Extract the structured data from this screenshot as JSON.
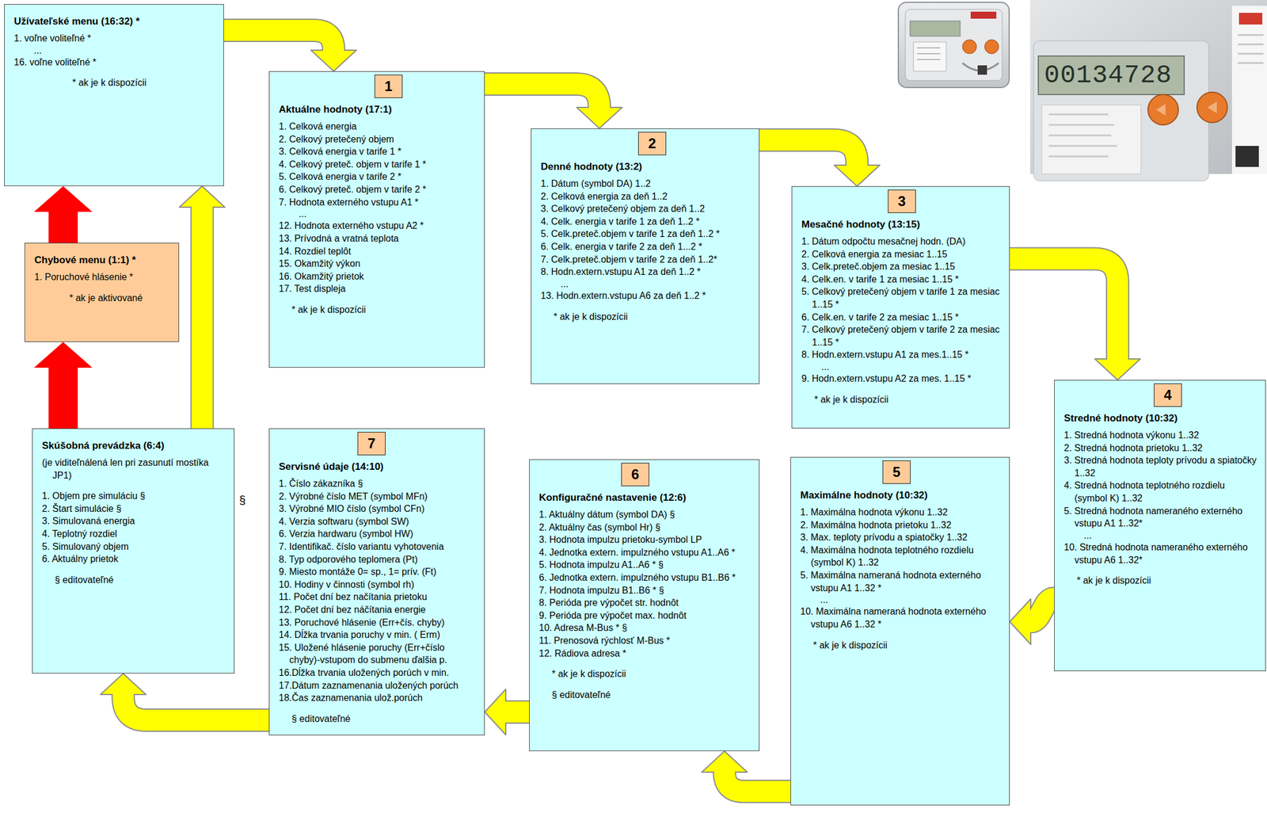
{
  "diagram": {
    "nodes": [
      {
        "text": [
          "Užívateľské menu (16:32) *",
          "1. voľne voliteľné *",
          "...",
          "16. voľne voliteľné *",
          "* ak je k dispozícii"
        ]
      },
      {
        "text": [
          "Aktuálne hodnoty (17:1)",
          "1. Celková energia",
          "2. Celkový pretečený objem",
          "3. Celková energia v tarife 1 *",
          "4. Celkový preteč. objem v tarife 1 *",
          "5. Celková energia v tarife 2 *",
          "6. Celkový preteč. objem v tarife 2 *",
          "7. Hodnota externého vstupu A1 *",
          "...",
          "12. Hodnota externého vstupu A2 *",
          "13. Prívodná a vratná teplota",
          "14. Rozdiel teplôt",
          "15. Okamžitý výkon",
          "16. Okamžitý prietok",
          "17. Test displeja",
          "* ak je k dispozícii"
        ]
      },
      {
        "text": [
          "1"
        ],
        "in": 1
      },
      {
        "text": [
          "Denné hodnoty (13:2)",
          "1. Dátum (symbol DA) 1..2",
          "2. Celková energia za deň 1..2",
          "3. Celkový pretečený objem za deň 1..2",
          "4. Celk. energia v tarife 1 za deň 1..2 *",
          "5. Celk.preteč.objem v tarife 1 za deň 1..2 *",
          "6. Celk. energia v tarife 2 za deň 1...2 *",
          "7. Celk.preteč.objem v tarife 2 za deň 1..2*",
          "8. Hodn.extern.vstupu A1 za deň 1..2 *",
          "...",
          "13. Hodn.extern.vstupu A6 za deň 1..2 *",
          "* ak je k dispozícii"
        ]
      },
      {
        "text": [
          "2"
        ],
        "in": 3
      },
      {
        "text": [
          "Mesačné hodnoty (13:15)",
          "1. Dátum odpočtu mesačnej hodn. (DA)",
          "2. Celková energia za mesiac 1..15",
          "3. Celk.preteč.objem za mesiac 1..15",
          "4. Celk.en. v tarife 1 za mesiac 1..15 *",
          "5. Celkový pretečený objem v tarife 1 za mesiac 1..15 *",
          "6. Celk.en. v tarife 2 za mesiac 1..15 *",
          "7. Celkový pretečený objem v tarife 2 za mesiac 1..15 *",
          "8. Hodn.extern.vstupu A1 za mes.1..15 *",
          "...",
          "9. Hodn.extern.vstupu A2 za mes. 1..15 *",
          "* ak je k dispozícii"
        ]
      },
      {
        "text": [
          "3"
        ],
        "in": 5
      },
      {
        "text": [
          "Stredné hodnoty (10:32)",
          "1. Stredná hodnota výkonu 1..32",
          "2. Stredná hodnota prietoku 1..32",
          "3. Stredná hodnota teploty prívodu a spiatočky 1..32",
          "4. Stredná hodnota teplotného rozdielu (symbol K) 1..32",
          "5. Stredná hodnota nameraného externého vstupu A1 1..32*",
          "...",
          "10. Stredná hodnota nameraného externého vstupu A6 1..32*",
          "* ak je k dispozícii"
        ]
      },
      {
        "text": [
          "4"
        ],
        "in": 7
      },
      {
        "text": [
          "Chybové menu (1:1) *",
          "1. Poruchové hlásenie *",
          "* ak je aktivované"
        ]
      },
      {
        "text": [
          "Skúšobná prevádzka (6:4)",
          "(je viditeľnálená len pri zasunutí mostíka JP1)",
          "1. Objem pre simuláciu §",
          "2. Štart simulácie §",
          "3. Simulovaná energia",
          "4. Teplotný rozdiel",
          "5. Simulovaný objem",
          "6. Aktuálny prietok",
          "§ editovateľné"
        ]
      },
      {
        "text": [
          "Servisné údaje (14:10)",
          "1. Číslo zákazníka §",
          "2. Výrobné číslo MET (symbol MFn)",
          "3. Výrobné MIO číslo (symbol CFn)",
          "4. Verzia softwaru (symbol SW)",
          "6. Verzia hardwaru (symbol HW)",
          "7. Identifikač. číslo variantu vyhotovenia",
          "8. Typ odporového teplomera (Pt)",
          "9. Miesto montáže 0= sp., 1= prív. (Ft)",
          "10. Hodiny v činnosti (symbol rh)",
          "11. Počet dní bez načítania prietoku",
          "12. Počet dní bez náčítania energie",
          "13. Poruchové hlásenie (Err+čís. chyby)",
          "14. Dĺžka trvania poruchy v min. ( Erm)",
          "15. Uložené hlásenie poruchy (Err+číslo chyby)-vstupom do submenu ďalšia p.",
          "16.Dĺžka trvania uložených porúch v min.",
          "17.Dátum zaznamenania uložených porúch",
          "18.Čas zaznamenania ulož.porúch",
          "§ editovateľné"
        ]
      },
      {
        "text": [
          "7"
        ],
        "in": 11
      },
      {
        "text": [
          "Konfiguračné nastavenie (12:6)",
          "1. Aktuálny dátum (symbol DA) §",
          "2. Aktuálny čas (symbol Hr) §",
          "3. Hodnota impulzu prietoku-symbol LP",
          "4. Jednotka extern. impulzného vstupu A1..A6 *",
          "5. Hodnota impulzu A1..A6 * §",
          "6. Jednotka extern. impulzného vstupu B1..B6 *",
          "7. Hodnota impulzu B1..B6 * §",
          "8. Perióda pre výpočet str. hodnôt",
          "9. Perióda pre výpočet max. hodnôt",
          "10. Adresa M-Bus * §",
          "11. Prenosová rýchlosť M-Bus *",
          "12. Rádiova adresa *",
          "* ak je k dispozícii",
          "§ editovateľné"
        ]
      },
      {
        "text": [
          "6"
        ],
        "in": 13
      },
      {
        "text": [
          "Maximálne hodnoty (10:32)",
          "1. Maximálna hodnota výkonu 1..32",
          "2. Maximálna hodnota prietoku 1..32",
          "3. Max. teploty prívodu a spiatočky 1..32",
          "4. Maximálna hodnota teplotného rozdielu (symbol K) 1..32",
          "5. Maximálna nameraná hodnota externého vstupu A1 1..32 *",
          "...",
          "10. Maximálna nameraná hodnota externého vstupu A6 1..32 *",
          "* ak je k dispozícii"
        ]
      },
      {
        "text": [
          "5"
        ],
        "in": 15
      }
    ],
    "edges": [
      {
        "from": 0,
        "to": 1,
        "arrow": "to"
      },
      {
        "from": 1,
        "to": 3,
        "arrow": "to"
      },
      {
        "from": 3,
        "to": 5,
        "arrow": "to"
      },
      {
        "from": 5,
        "to": 7,
        "arrow": "to"
      },
      {
        "from": 7,
        "to": 15,
        "arrow": "to"
      },
      {
        "from": 15,
        "to": 13,
        "arrow": "to"
      },
      {
        "from": 13,
        "to": 11,
        "arrow": "to"
      },
      {
        "from": 11,
        "to": 10,
        "arrow": "to"
      },
      {
        "from": 10,
        "to": 0,
        "arrow": "to"
      },
      {
        "from": 10,
        "to": 9,
        "arrow": "to"
      },
      {
        "from": 9,
        "to": 0,
        "arrow": "to"
      }
    ],
    "labels": [
      "§",
      "00134728"
    ]
  }
}
